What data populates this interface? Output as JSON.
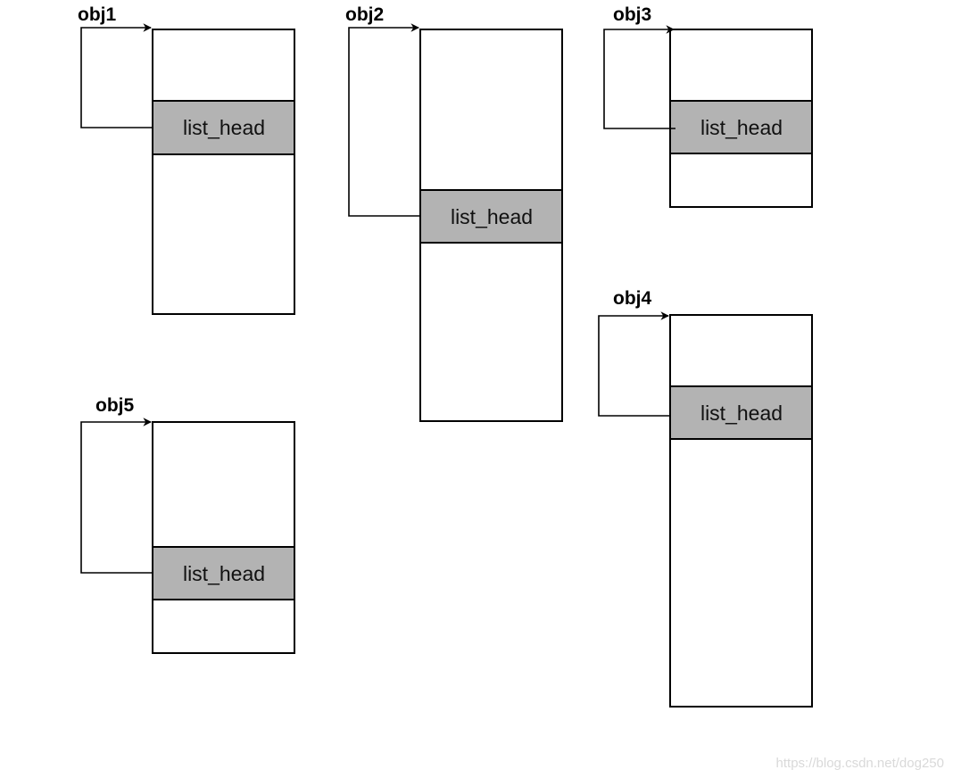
{
  "diagram": {
    "colors": {
      "field_fill": "#b3b3b3",
      "stroke": "#000000",
      "watermark": "#d9d9d9"
    },
    "objects": [
      {
        "id": "obj1",
        "label": "obj1",
        "field_label": "list_head"
      },
      {
        "id": "obj2",
        "label": "obj2",
        "field_label": "list_head"
      },
      {
        "id": "obj3",
        "label": "obj3",
        "field_label": "list_head"
      },
      {
        "id": "obj4",
        "label": "obj4",
        "field_label": "list_head"
      },
      {
        "id": "obj5",
        "label": "obj5",
        "field_label": "list_head"
      }
    ],
    "watermark": "https://blog.csdn.net/dog250"
  }
}
